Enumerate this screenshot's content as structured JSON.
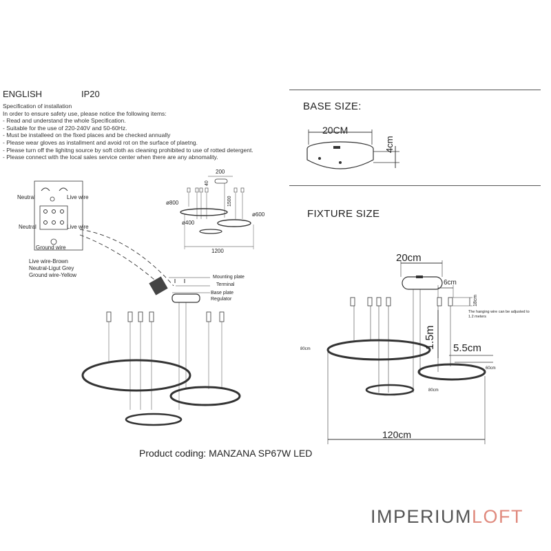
{
  "header": {
    "language": "ENGLISH",
    "ip_rating": "IP20"
  },
  "spec": {
    "title": "Specification of installation",
    "intro": "In order to ensure safety use, please notice the following items:",
    "items": [
      "- Read and understand the whole Specification.",
      "- Suitable for the use of 220-240V and 50-60Hz.",
      "- Must be installeed on the fixed places and be checked annually",
      "- Please wear gloves as installment and avoid rot on the surface of plaetng.",
      "- Please turn off the lighitng source by soft cloth as cleaning prohibited to use of rotted detergent.",
      "- Please connect with the local sales service center when there are any abnomality."
    ]
  },
  "wiring": {
    "neutral_top": "Neutral",
    "live_top": "Live wire",
    "neutral_mid": "Neutral",
    "live_mid": "Live wire",
    "ground": "Ground wire",
    "legend": [
      "Live wire-Brown",
      "Neutral-Ligut Grey",
      "Ground wire-Yellow"
    ]
  },
  "small_dims": {
    "top": "200",
    "left_ring": "ø800",
    "small_ring": "ø400",
    "right_ring": "ø600",
    "vertical_a": "40",
    "vertical_b": "1500",
    "width": "1200"
  },
  "parts": {
    "mounting": "Mounting plate",
    "terminal": "Terminal",
    "base": "Base plate",
    "regulator": "Regulator"
  },
  "base_size": {
    "title": "BASE SIZE:",
    "diameter": "20CM",
    "height": "4cm"
  },
  "fixture": {
    "title": "FIXTURE SIZE",
    "canopy": "20cm",
    "hanger": "6cm",
    "hanger_h": "18cm",
    "drop": "1.5m",
    "ring_h": "5.5cm",
    "note": "The hanging wire can be adjusted to 1.2 meters",
    "ring_left": "80cm",
    "ring_right": "60cm",
    "ring_small": "80cm",
    "width": "120cm"
  },
  "product": {
    "coding": "Product coding: MANZANA SP67W LED"
  },
  "brand": {
    "part_a": "IMPERIUM",
    "part_b": "LOFT"
  }
}
